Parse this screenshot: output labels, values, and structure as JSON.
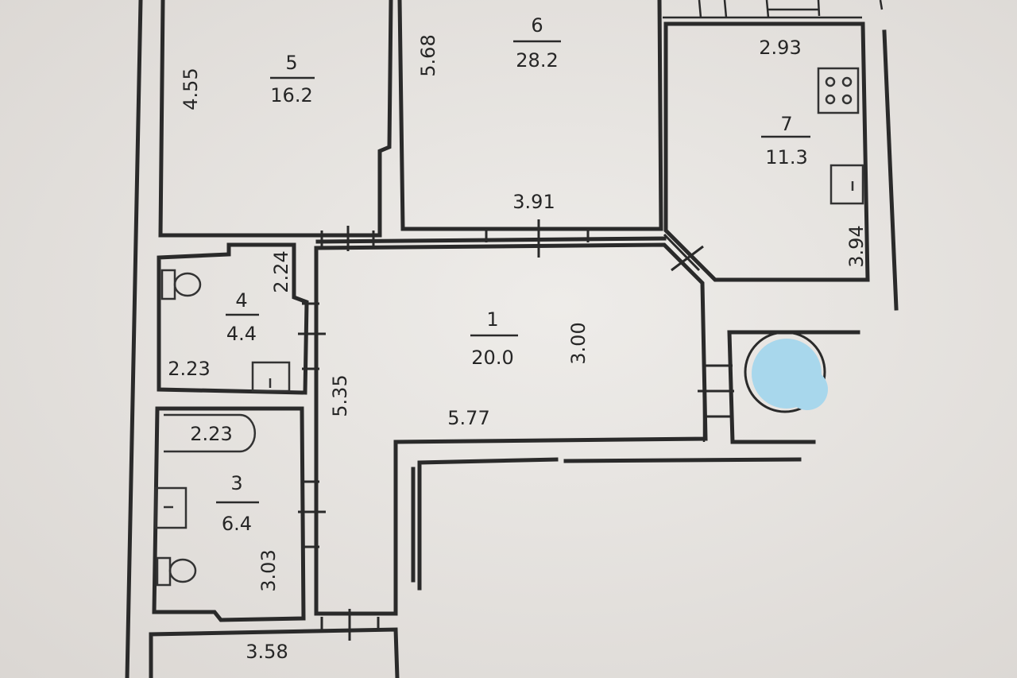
{
  "rooms": [
    {
      "number": "1",
      "area": "20.0"
    },
    {
      "number": "3",
      "area": "6.4"
    },
    {
      "number": "4",
      "area": "4.4"
    },
    {
      "number": "5",
      "area": "16.2"
    },
    {
      "number": "6",
      "area": "28.2"
    },
    {
      "number": "7",
      "area": "11.3"
    }
  ],
  "dimensions": {
    "room5_height": "4.55",
    "room6_height": "5.68",
    "room6_width": "3.91",
    "room7_width": "2.93",
    "room7_height": "3.94",
    "room4_width": "2.23",
    "room4_height": "2.24",
    "room1_height": "3.00",
    "room1_width": "5.77",
    "corridor_length": "5.35",
    "room3_width": "2.23",
    "room3_height": "3.03",
    "bottom_room_width": "3.58"
  },
  "colors": {
    "paper": "#e9e6e3",
    "ink": "#2a2a2a",
    "blur_mark": "#a8d7ec"
  }
}
